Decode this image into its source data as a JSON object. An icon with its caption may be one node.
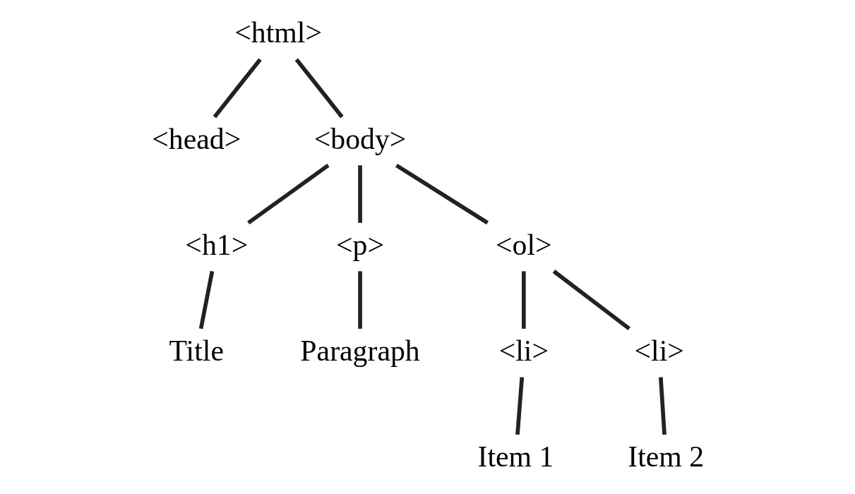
{
  "diagram": {
    "nodes": [
      {
        "text": [
          "<html>"
        ]
      },
      {
        "text": [
          "<head>"
        ]
      },
      {
        "text": [
          "<body>"
        ]
      },
      {
        "text": [
          "<h1>"
        ]
      },
      {
        "text": [
          "<p>"
        ]
      },
      {
        "text": [
          "<ol>"
        ]
      },
      {
        "text": [
          "Title"
        ]
      },
      {
        "text": [
          "Paragraph"
        ]
      },
      {
        "text": [
          "<li>"
        ]
      },
      {
        "text": [
          "<li>"
        ]
      },
      {
        "text": [
          "Item 1"
        ]
      },
      {
        "text": [
          "Item 2"
        ]
      }
    ],
    "edges": [
      {
        "from": 0,
        "to": 1,
        "arrow": "none"
      },
      {
        "from": 0,
        "to": 2,
        "arrow": "none"
      },
      {
        "from": 2,
        "to": 3,
        "arrow": "none"
      },
      {
        "from": 2,
        "to": 4,
        "arrow": "none"
      },
      {
        "from": 2,
        "to": 5,
        "arrow": "none"
      },
      {
        "from": 3,
        "to": 6,
        "arrow": "none"
      },
      {
        "from": 4,
        "to": 7,
        "arrow": "none"
      },
      {
        "from": 5,
        "to": 8,
        "arrow": "none"
      },
      {
        "from": 5,
        "to": 9,
        "arrow": "none"
      },
      {
        "from": 8,
        "to": 10,
        "arrow": "none"
      },
      {
        "from": 9,
        "to": 11,
        "arrow": "none"
      }
    ]
  }
}
